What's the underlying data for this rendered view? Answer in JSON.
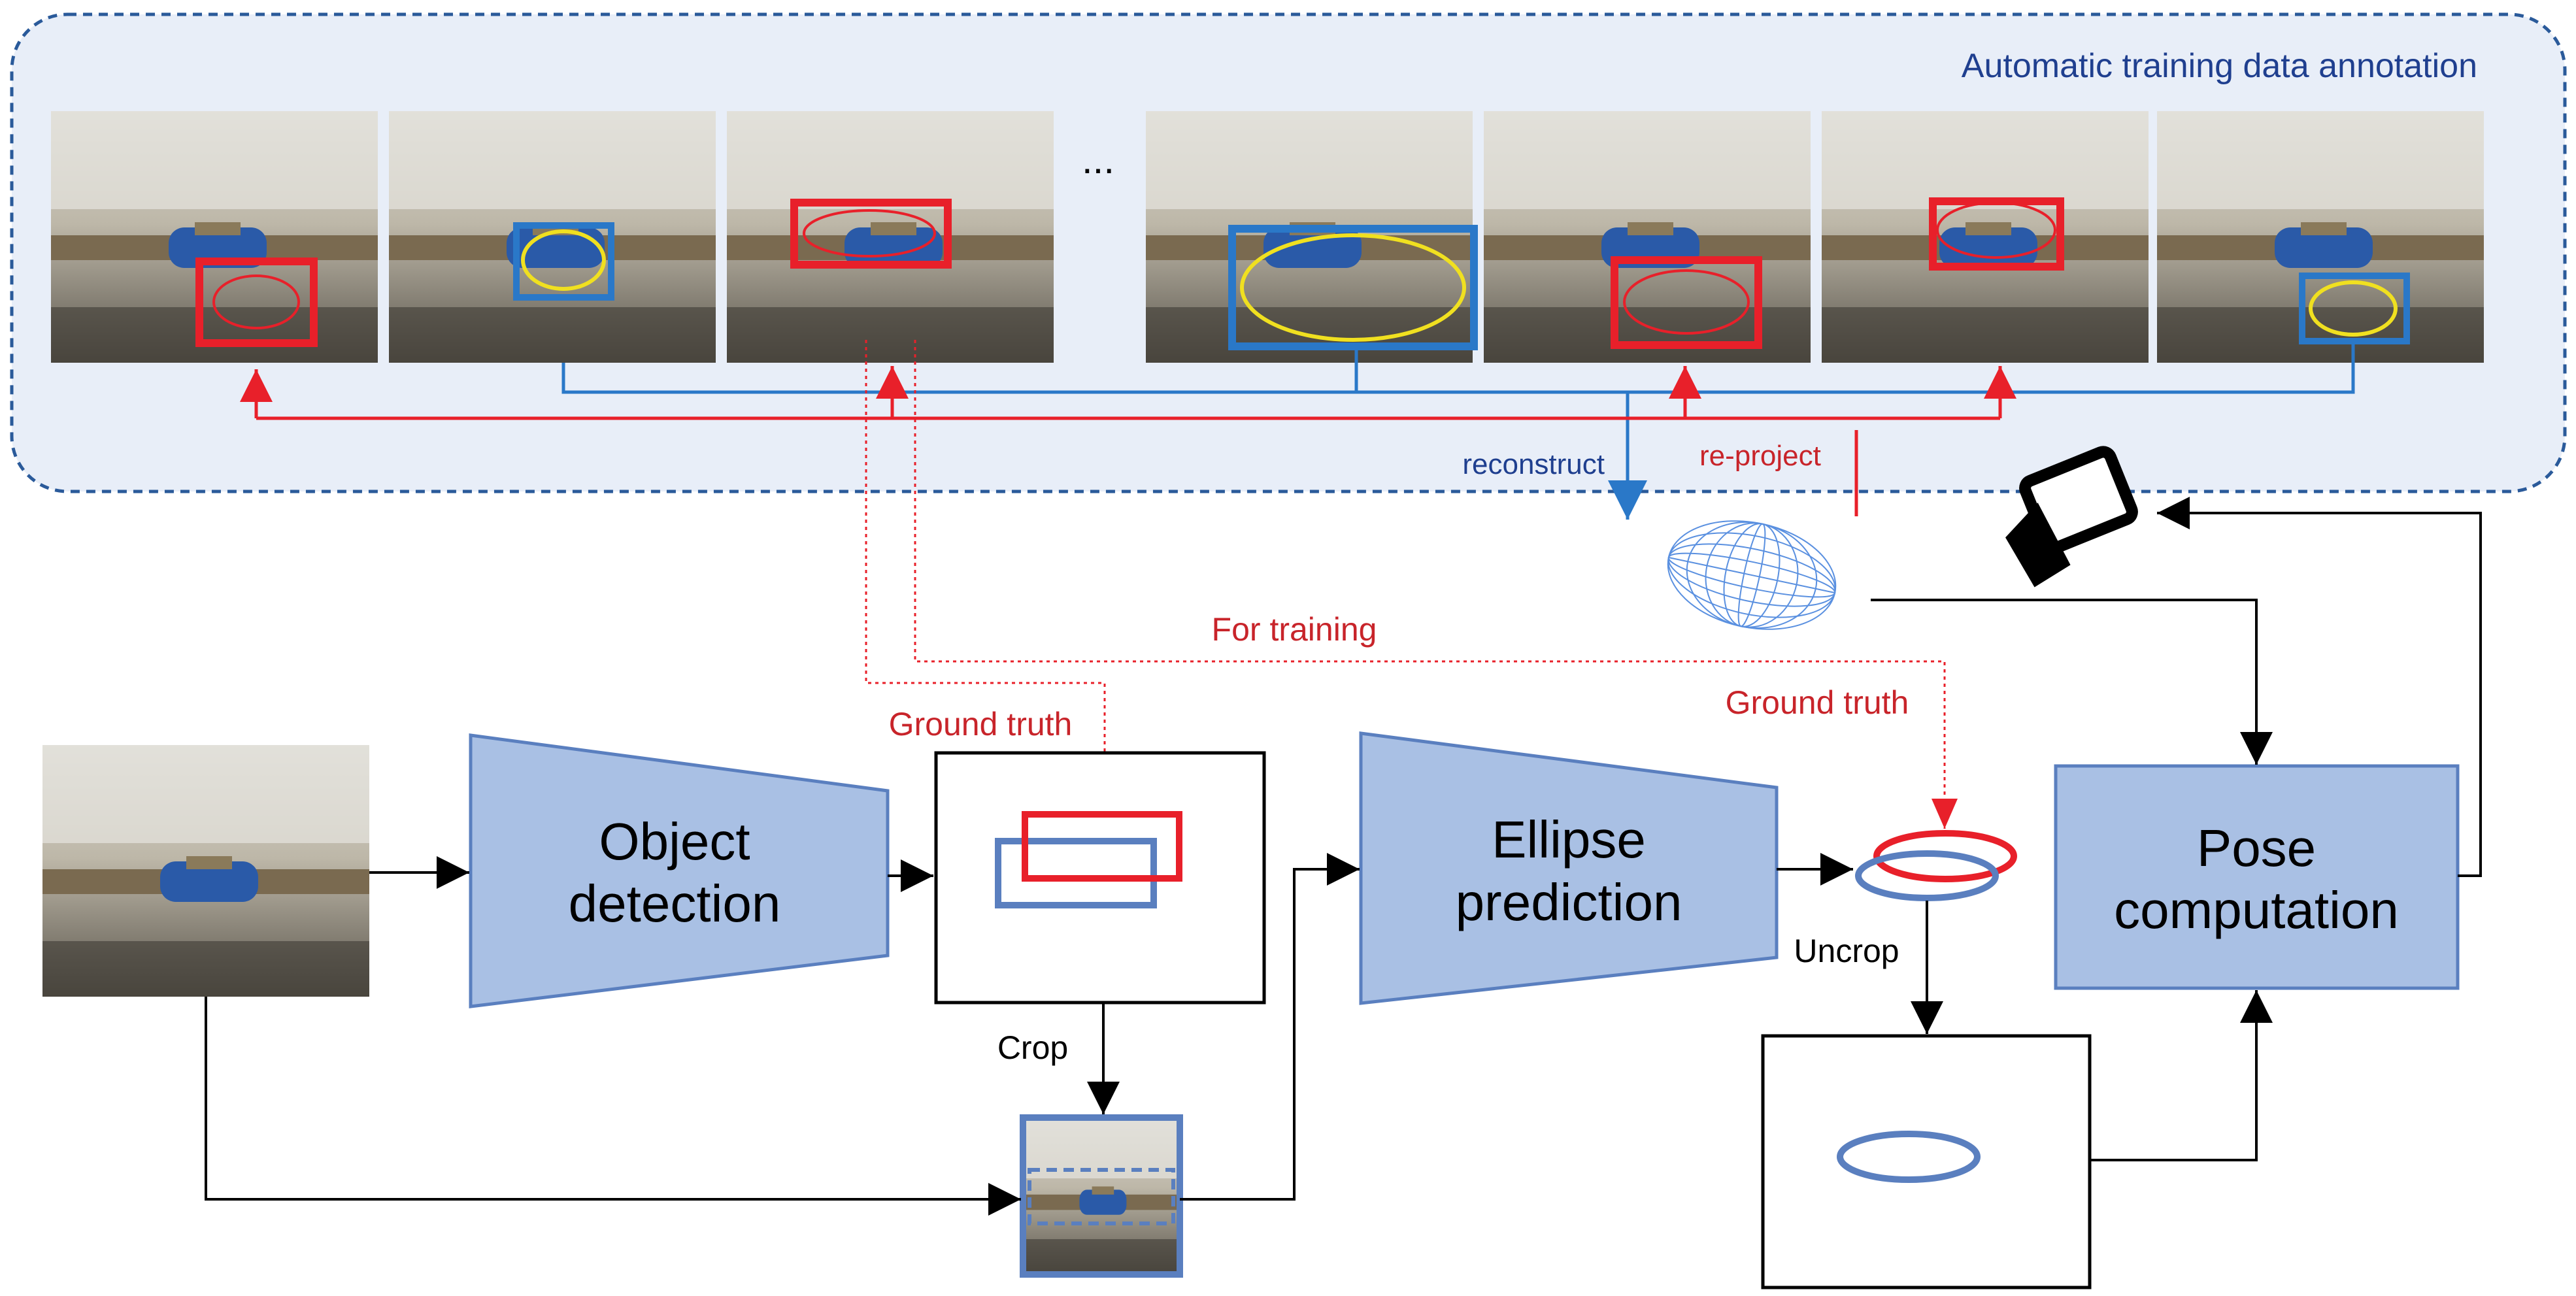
{
  "annotation_panel": {
    "title": "Automatic training data annotation",
    "ellipsis": "...",
    "labels": {
      "reconstruct": "reconstruct",
      "reproject": "re-project"
    }
  },
  "pipeline": {
    "object_detection": {
      "line1": "Object",
      "line2": "detection"
    },
    "ellipse_prediction": {
      "line1": "Ellipse",
      "line2": "prediction"
    },
    "pose_computation": {
      "line1": "Pose",
      "line2": "computation"
    },
    "crop_label": "Crop",
    "uncrop_label": "Uncrop",
    "ground_truth_1": "Ground truth",
    "ground_truth_2": "Ground truth",
    "for_training": "For training"
  },
  "colors": {
    "panel_fill": "#e8eef8",
    "panel_border": "#2a5a9a",
    "title_blue": "#1f3f8f",
    "box_fill": "#a9c0e4",
    "box_stroke": "#5a7fbf",
    "red": "#e8202a",
    "label_red": "#c8242a",
    "blue_line": "#2a78c8",
    "yellow": "#f0e020"
  },
  "icons": [
    "camera-icon",
    "ellipsoid-wireframe",
    "photo-thumbnail"
  ]
}
